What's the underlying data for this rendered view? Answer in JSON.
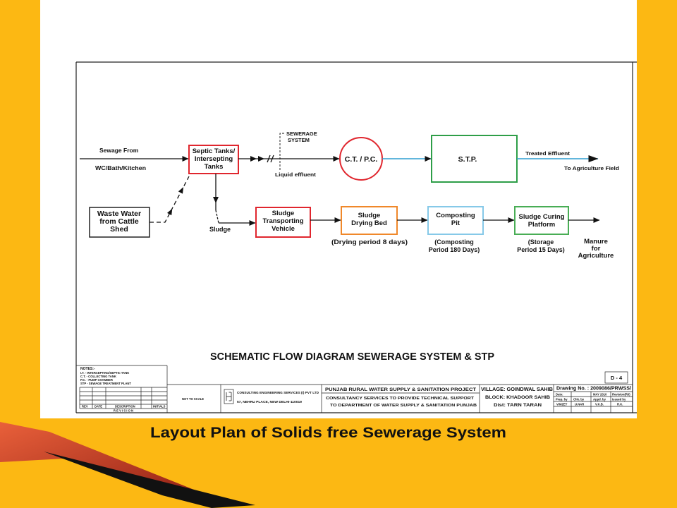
{
  "slide": {
    "caption": "Layout Plan of Solids free Sewerage System"
  },
  "diagram": {
    "title": "SCHEMATIC FLOW DIAGRAM SEWERAGE SYSTEM & STP",
    "inlet": {
      "label_top": "Sewage From",
      "label_bottom": "WC/Bath/Kitchen"
    },
    "septic_tank": {
      "lines": [
        "Septic Tanks/",
        "Intersepting",
        "Tanks"
      ]
    },
    "sewerage_system": {
      "lines": [
        "SEWERAGE",
        "SYSTEM"
      ],
      "flow_label": "Liquid effluent"
    },
    "collecting_tank": {
      "label": "C.T. / P.C."
    },
    "stp": {
      "label": "S.T.P."
    },
    "outlet": {
      "label_top": "Treated Effluent",
      "label_bottom": "To Agriculture Field"
    },
    "cattle_shed": {
      "lines": [
        "Waste Water",
        "from Cattle",
        "Shed"
      ]
    },
    "sludge_label": "Sludge",
    "sludge_vehicle": {
      "lines": [
        "Sludge",
        "Transporting",
        "Vehicle"
      ]
    },
    "drying_bed": {
      "lines": [
        "Sludge",
        "Drying Bed"
      ],
      "note": [
        "(Drying period 8 days)"
      ]
    },
    "composting_pit": {
      "lines": [
        "Composting",
        "Pit"
      ],
      "note": [
        "(Composting",
        "Period 180 Days)"
      ]
    },
    "curing_platform": {
      "lines": [
        "Sludge Curing",
        "Platform"
      ],
      "note": [
        "(Storage",
        "Period 15 Days)"
      ]
    },
    "manure": {
      "lines": [
        "Manure",
        "for",
        "Agriculture"
      ]
    }
  },
  "title_block": {
    "notes": {
      "heading": "NOTES:-",
      "items": [
        "I.T. - INTERCEPTING/SEPTIC TANK",
        "C.T. - COLLECTING TANK",
        "P.C. - PUMP CHAMBER",
        "STP - SEWAGE TREATMENT PLANT"
      ]
    },
    "revision_table": {
      "columns": [
        "REV",
        "DATE",
        "DESCRIPTION",
        "INITIALS"
      ],
      "caption": "R E V I S I O N"
    },
    "scale": "NOT TO SCALE",
    "consultant": {
      "name": "CONSULTING ENGINEERING SERVICES (I) PVT LTD",
      "address": "57, NEHRU PLACE, NEW DELHI-110019"
    },
    "project": {
      "name": "PUNJAB RURAL WATER SUPPLY & SANITATION PROJECT",
      "line1": "CONSULTANCY SERVICES TO PROVIDE TECHNICAL SUPPORT",
      "line2": "TO DEPARTMENT OF WATER SUPPLY & SANITATION PUNJAB"
    },
    "location": {
      "village": "VILLAGE: GOINDWAL SAHIB",
      "block": "BLOCK: KHADOOR SAHIB",
      "district": "Dist: TARN TARAN"
    },
    "drawing": {
      "number": "Drawing No. : 2009086/PRWSS/",
      "sheet": "D - 4",
      "date_label": "Date:",
      "date": "MAY 2010",
      "revision": "Revision(R0)",
      "roles": [
        "Prep. by",
        "Chk. by",
        "Appd. by",
        "Issued by"
      ],
      "initials": [
        "VIMZET",
        "U.NAR",
        "V.K.B.",
        "R.K."
      ]
    }
  },
  "colors": {
    "slide_background": "#FCB813",
    "panel": "#FFFFFF",
    "caption_text": "#1A2744",
    "septic_tank_border": "#E0262E",
    "collecting_tank_border": "#E0262E",
    "stp_border": "#2E9E48",
    "cattle_shed_border": "#222222",
    "sludge_vehicle_border": "#E0262E",
    "drying_bed_border": "#F0882A",
    "composting_pit_border": "#86C9E8",
    "curing_platform_border": "#49AD55",
    "effluent_line": "#2F9ED0"
  }
}
